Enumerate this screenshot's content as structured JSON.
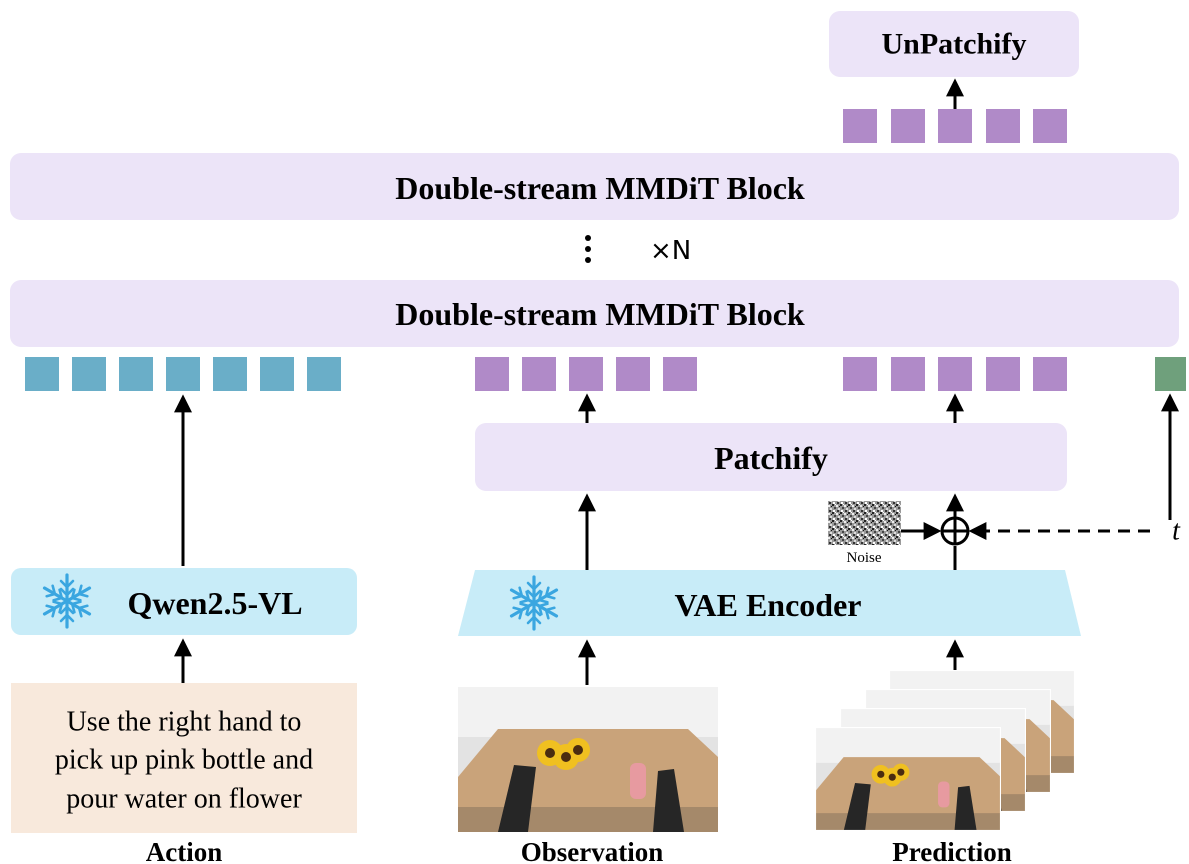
{
  "blocks": {
    "unpatchify": "UnPatchify",
    "mmdit_top": "Double-stream MMDiT Block",
    "mmdit_bottom": "Double-stream MMDiT Block",
    "repeat": "×N",
    "patchify": "Patchify",
    "qwen": "Qwen2.5-VL",
    "vae": "VAE Encoder"
  },
  "labels": {
    "noise": "Noise",
    "time": "t",
    "action": "Action",
    "observation": "Observation",
    "prediction": "Prediction"
  },
  "instruction": {
    "line1": "Use the right hand to",
    "line2": "pick up pink bottle and",
    "line3": "pour water on flower"
  },
  "colors": {
    "block_fill": "#ece4f8",
    "frozen_fill": "#c8ecf8",
    "token_purple": "#b08ac8",
    "token_teal": "#6aaec8",
    "token_green": "#6fa07c",
    "action_fill": "#f8e9dc",
    "frozen_icon": "#3aa6e0"
  },
  "icons": {
    "frozen": "snowflake-icon",
    "sum": "circled-plus-icon"
  }
}
